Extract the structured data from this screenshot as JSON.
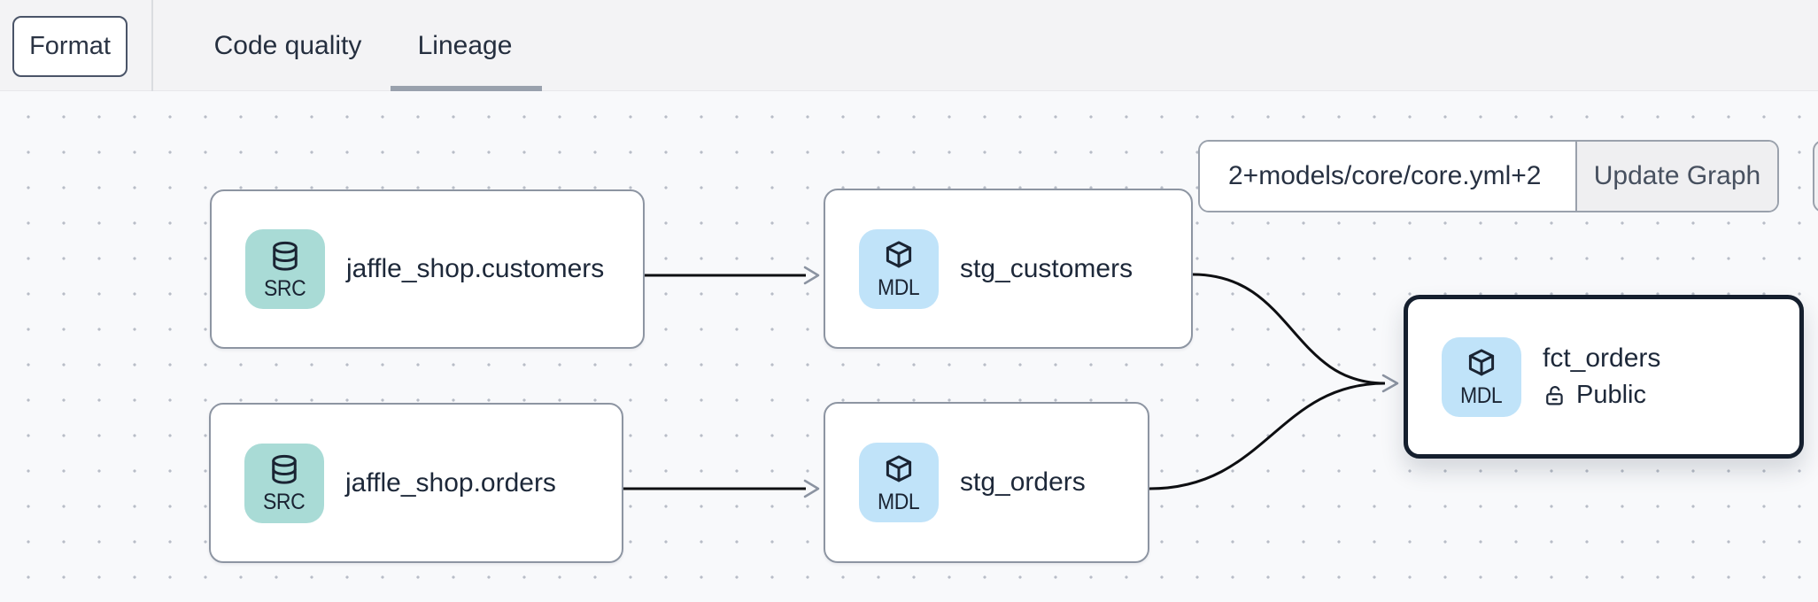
{
  "toolbar": {
    "format_button": "Format",
    "tabs": [
      {
        "label": "Code quality",
        "active": false
      },
      {
        "label": "Lineage",
        "active": true
      }
    ]
  },
  "lineage_controls": {
    "selector_value": "2+models/core/core.yml+2",
    "update_button": "Update Graph"
  },
  "graph": {
    "nodes": [
      {
        "id": "source-jaffle-shop-customers",
        "type": "source",
        "badge": "SRC",
        "title": "jaffle_shop.customers"
      },
      {
        "id": "source-jaffle-shop-orders",
        "type": "source",
        "badge": "SRC",
        "title": "jaffle_shop.orders"
      },
      {
        "id": "model-stg-customers",
        "type": "model",
        "badge": "MDL",
        "title": "stg_customers"
      },
      {
        "id": "model-stg-orders",
        "type": "model",
        "badge": "MDL",
        "title": "stg_orders"
      },
      {
        "id": "model-fct-orders",
        "type": "model",
        "badge": "MDL",
        "title": "fct_orders",
        "access": "Public",
        "selected": true
      }
    ],
    "edges": [
      {
        "from": "jaffle_shop.customers",
        "to": "stg_customers"
      },
      {
        "from": "jaffle_shop.orders",
        "to": "stg_orders"
      },
      {
        "from": "stg_customers",
        "to": "fct_orders"
      },
      {
        "from": "stg_orders",
        "to": "fct_orders"
      }
    ]
  },
  "colors": {
    "source_badge_bg": "#a9dbd6",
    "model_badge_bg": "#c0e3f9",
    "node_border": "#8d95a2",
    "selected_node_border": "#151f2e",
    "edge": "#0e0f12",
    "arrowhead": "#8b93a1",
    "tab_underline": "#99a1ad",
    "canvas_bg": "#f8f9fb",
    "topbar_bg": "#f3f3f5"
  }
}
